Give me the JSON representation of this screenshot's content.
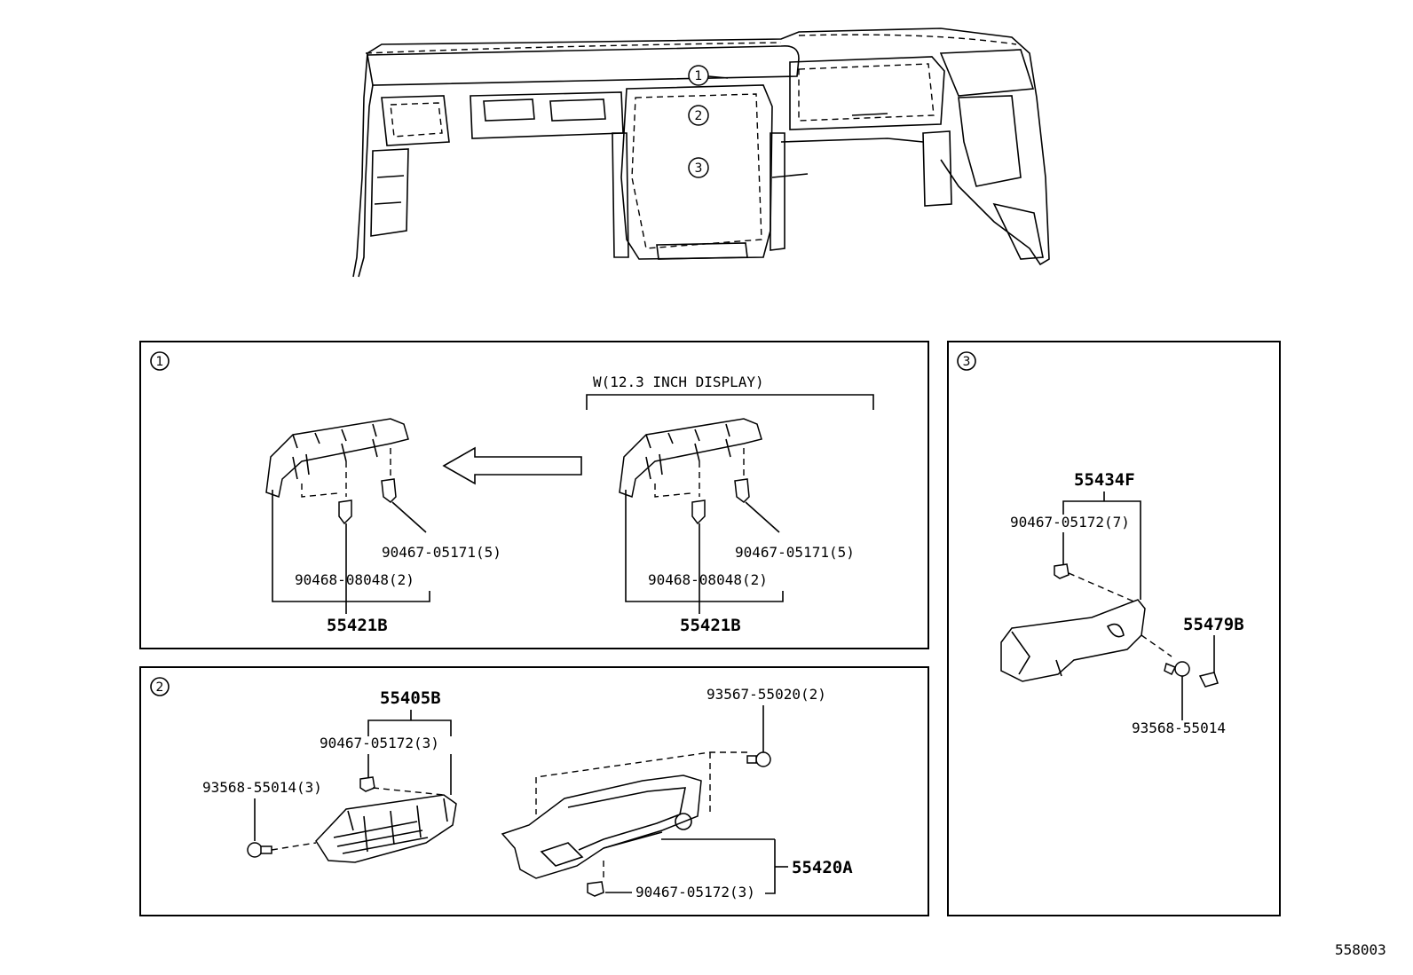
{
  "overview": {
    "callouts": [
      "1",
      "2",
      "3"
    ]
  },
  "panel1": {
    "badge": "1",
    "variant_label": "W(12.3 INCH DISPLAY)",
    "left": {
      "clip_a": "90467-05171(5)",
      "clip_b": "90468-08048(2)",
      "assembly": "55421B"
    },
    "right": {
      "clip_a": "90467-05171(5)",
      "clip_b": "90468-08048(2)",
      "assembly": "55421B"
    }
  },
  "panel2": {
    "badge": "2",
    "assembly_left": "55405B",
    "clip_left": "90467-05172(3)",
    "screw_left": "93568-55014(3)",
    "screw_right": "93567-55020(2)",
    "assembly_right": "55420A",
    "clip_right": "90467-05172(3)"
  },
  "panel3": {
    "badge": "3",
    "assembly": "55434F",
    "clip": "90467-05172(7)",
    "part": "55479B",
    "screw": "93568-55014"
  },
  "diagram_id": "558003"
}
